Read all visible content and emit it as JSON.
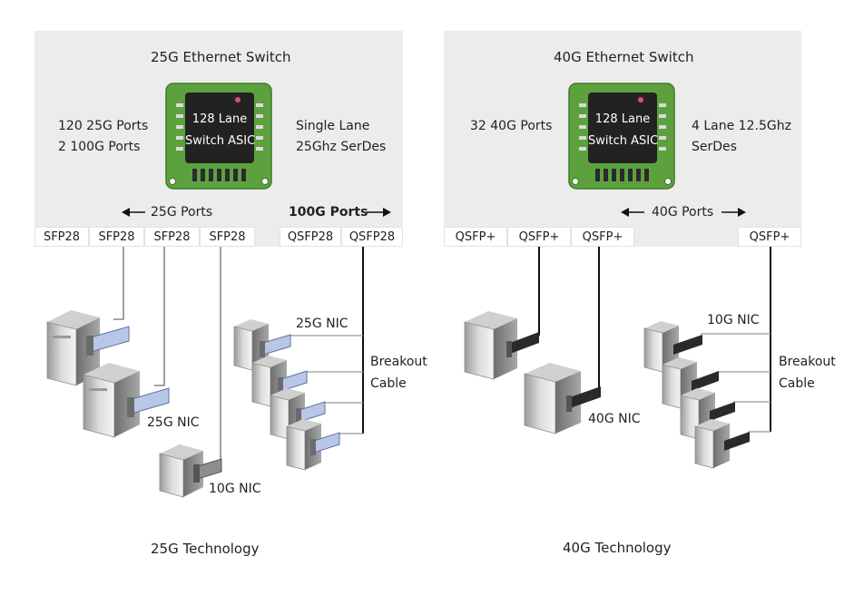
{
  "left": {
    "title": "25G Ethernet Switch",
    "chip_line1": "128 Lane",
    "chip_line2": "Switch ASIC",
    "ports_line1": "120 25G Ports",
    "ports_line2": "2 100G Ports",
    "serdes_line1": "Single Lane",
    "serdes_line2": "25Ghz SerDes",
    "arrow_25g": "25G Ports",
    "arrow_100g": "100G Ports",
    "port_labels": [
      "SFP28",
      "SFP28",
      "SFP28",
      "SFP28",
      "QSFP28",
      "QSFP28"
    ],
    "nic_25g_top": "25G NIC",
    "nic_25g_bottom": "25G NIC",
    "nic_10g": "10G NIC",
    "breakout_line1": "Breakout",
    "breakout_line2": "Cable",
    "caption": "25G Technology"
  },
  "right": {
    "title": "40G Ethernet Switch",
    "chip_line1": "128 Lane",
    "chip_line2": "Switch ASIC",
    "ports_line1": "32 40G Ports",
    "serdes_line1": "4 Lane 12.5Ghz",
    "serdes_line2": "SerDes",
    "arrow_40g": "40G Ports",
    "port_labels": [
      "QSFP+",
      "QSFP+",
      "QSFP+",
      "QSFP+"
    ],
    "nic_10g": "10G NIC",
    "nic_40g": "40G NIC",
    "breakout_line1": "Breakout",
    "breakout_line2": "Cable",
    "caption": "40G Technology"
  },
  "colors": {
    "panel": "#ececec",
    "board": "#5da13f",
    "chip": "#222222",
    "card_25g": "#b9c7e6",
    "card_40g": "#2a2a2a",
    "cable": "#222222",
    "thin_line": "#888888"
  }
}
